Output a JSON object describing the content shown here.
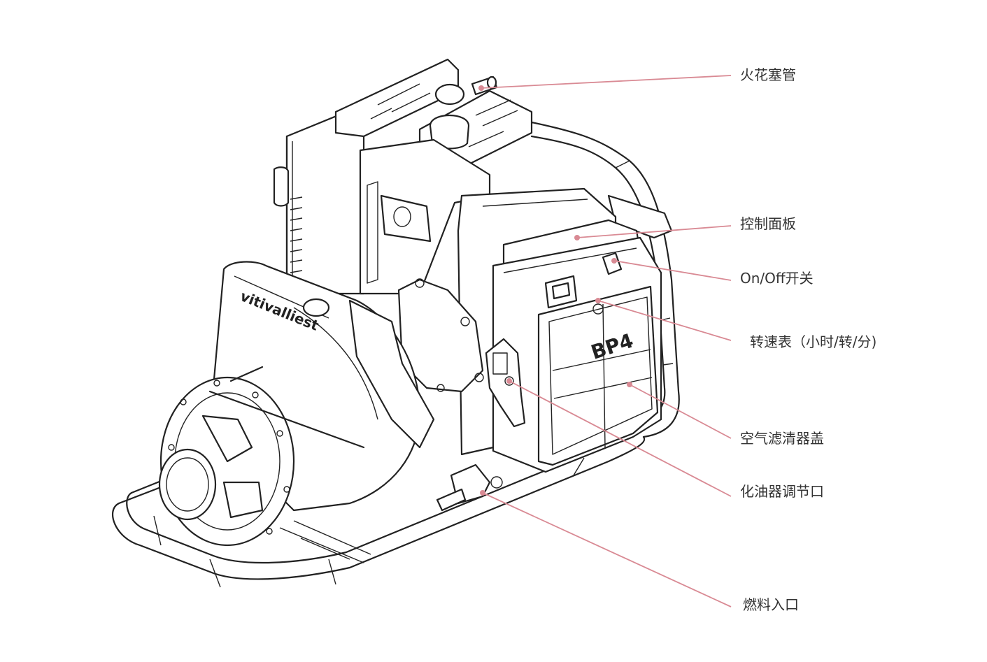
{
  "figure": {
    "brand_text": "vitivalliest",
    "model_text": "BP4"
  },
  "callouts": [
    {
      "label": "火花塞管"
    },
    {
      "label": "控制面板"
    },
    {
      "label": "On/Off开关"
    },
    {
      "label": "转速表（小时/转/分)"
    },
    {
      "label": "空气滤清器盖"
    },
    {
      "label": "化油器调节口"
    },
    {
      "label": "燃料入口"
    }
  ],
  "colors": {
    "leader": "#d98a94",
    "outline": "#222222",
    "label_text": "#333333",
    "background": "#ffffff"
  }
}
